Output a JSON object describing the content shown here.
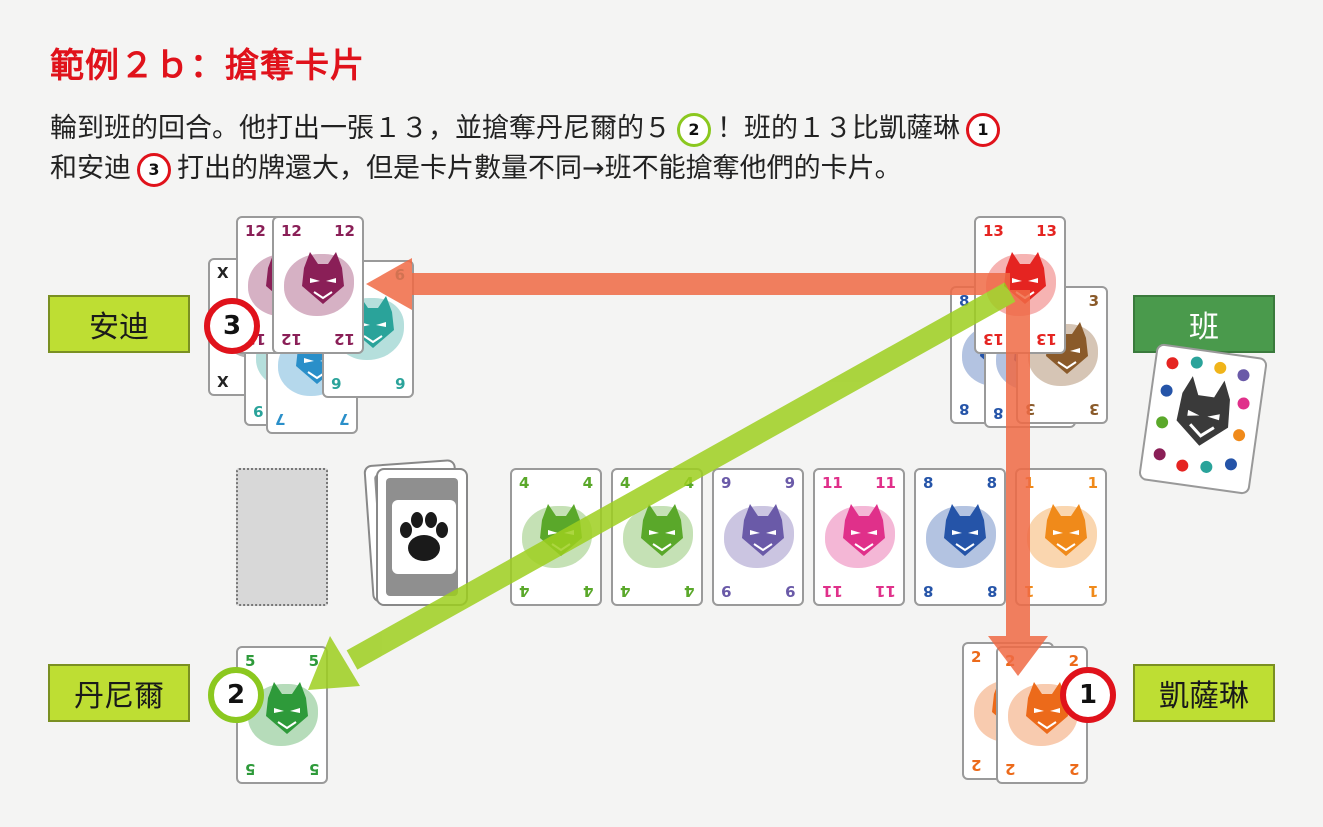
{
  "title": "範例２ｂ：搶奪卡片",
  "description": {
    "line1_a": "輪到班的回合。他打出一張１３，並搶奪丹尼爾的５",
    "line1_badge": "2",
    "line1_b": "！班的１３比凱薩琳",
    "line1_badge2": "1",
    "line2_a": "和安迪",
    "line2_badge": "3",
    "line2_b": "打出的牌還大，但是卡片數量不同→班不能搶奪他們的卡片。"
  },
  "players": {
    "andy": {
      "name": "安迪",
      "badge": "3"
    },
    "ben": {
      "name": "班"
    },
    "daniel": {
      "name": "丹尼爾",
      "badge": "2"
    },
    "katherine": {
      "name": "凱薩琳",
      "badge": "1"
    }
  },
  "andy_cards": [
    {
      "value": "X",
      "color": "#222222"
    },
    {
      "value": "9",
      "color": "#2aa39a"
    },
    {
      "value": "7",
      "color": "#2a8fc9"
    },
    {
      "value": "6",
      "color": "#2aa39a"
    },
    {
      "value": "12",
      "color": "#8a1f57"
    },
    {
      "value": "12",
      "color": "#8a1f57"
    }
  ],
  "ben_cards": [
    {
      "value": "8",
      "color": "#2554a8"
    },
    {
      "value": "8",
      "color": "#2554a8"
    },
    {
      "value": "3",
      "color": "#8a5a2a"
    },
    {
      "value": "13",
      "color": "#e52421"
    }
  ],
  "center_row": [
    {
      "value": "4",
      "color": "#5aa82a"
    },
    {
      "value": "4",
      "color": "#5aa82a"
    },
    {
      "value": "9",
      "color": "#6a5aa8"
    },
    {
      "value": "11",
      "color": "#e0308a"
    },
    {
      "value": "8",
      "color": "#2554a8"
    },
    {
      "value": "1",
      "color": "#f08a1a"
    }
  ],
  "daniel_card": {
    "value": "5",
    "color": "#2e9a3a"
  },
  "katherine_cards": [
    {
      "value": "2",
      "color": "#ec6a1a"
    },
    {
      "value": "2",
      "color": "#ec6a1a"
    }
  ],
  "colors": {
    "title": "#e0121b",
    "label_green": "#bede33",
    "ben_label": "#4a9a4c",
    "arrow_orange": "#f06a45",
    "arrow_green": "#9ecf1f",
    "badge_red": "#e0121b",
    "badge_green": "#8bc81f"
  },
  "icons": {
    "draw_pile": "paw-print-icon",
    "rule_card": "lynx-colored-paws-icon"
  }
}
